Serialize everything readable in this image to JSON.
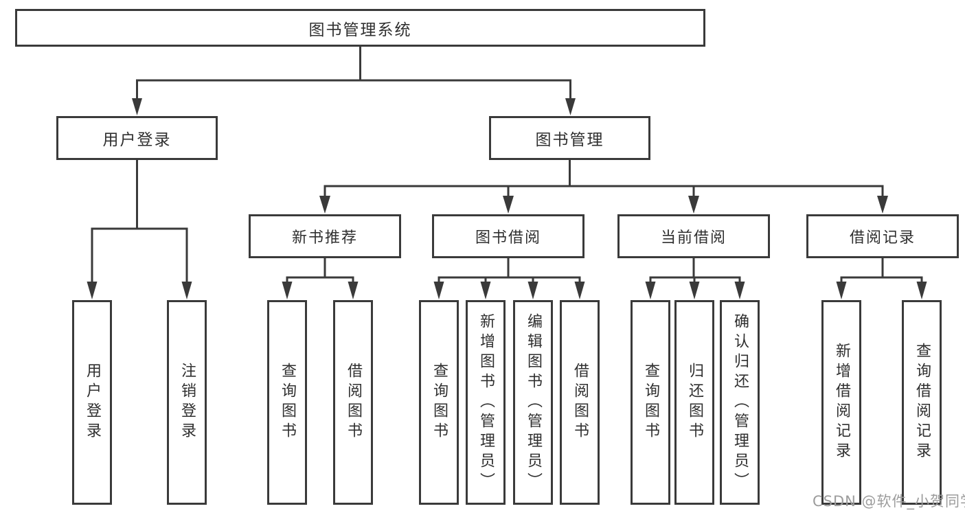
{
  "nodes": {
    "root": "图书管理系统",
    "level2": [
      "用户登录",
      "图书管理"
    ],
    "level3": [
      "新书推荐",
      "图书借阅",
      "当前借阅",
      "借阅记录"
    ],
    "leaves": {
      "user": [
        "用户登录",
        "注销登录"
      ],
      "recommend": [
        "查询图书",
        "借阅图书"
      ],
      "borrow": [
        "查询图书",
        "新增图书（管理员）",
        "编辑图书（管理员）",
        "借阅图书"
      ],
      "current": [
        "查询图书",
        "归还图书",
        "确认归还（管理员）"
      ],
      "records": [
        "新增借阅记录",
        "查询借阅记录"
      ]
    }
  },
  "watermark": "CSDN @软件_小贺同学",
  "colors": {
    "line": "#3a3a3a",
    "text": "#2f2f2f",
    "box_background": "#ffffff",
    "watermark": "#9c9c9c"
  }
}
